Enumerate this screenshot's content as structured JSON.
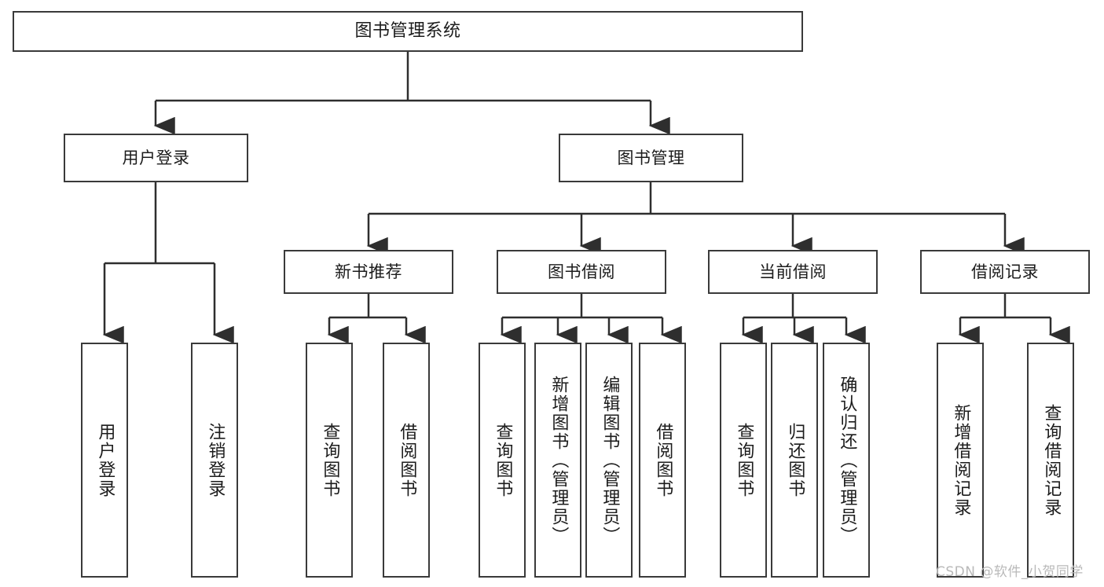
{
  "diagram": {
    "title": "图书管理系统",
    "type": "hierarchy-tree",
    "colors": {
      "box_fill": "#ffffff",
      "box_border": "#3a3a3a",
      "edge": "#2e2e2e",
      "text": "#1c1c1c",
      "watermark": "#b9b9b9",
      "background": "#ffffff"
    },
    "nodes": {
      "root": {
        "label": "图书管理系统"
      },
      "level2": [
        {
          "id": "user-login",
          "label": "用户登录"
        },
        {
          "id": "book-manage",
          "label": "图书管理"
        }
      ],
      "level3": [
        {
          "id": "new-book-recommend",
          "label": "新书推荐"
        },
        {
          "id": "book-borrow",
          "label": "图书借阅"
        },
        {
          "id": "current-borrow",
          "label": "当前借阅"
        },
        {
          "id": "borrow-record",
          "label": "借阅记录"
        }
      ],
      "leaves": {
        "user-login": [
          {
            "id": "leaf-user-login",
            "label": "用户登录"
          },
          {
            "id": "leaf-user-logout",
            "label": "注销登录"
          }
        ],
        "new-book-recommend": [
          {
            "id": "leaf-query-book-1",
            "label": "查询图书"
          },
          {
            "id": "leaf-borrow-book-1",
            "label": "借阅图书"
          }
        ],
        "book-borrow": [
          {
            "id": "leaf-query-book-2",
            "label": "查询图书"
          },
          {
            "id": "leaf-add-book",
            "label": "新增图书（管理员）"
          },
          {
            "id": "leaf-edit-book",
            "label": "编辑图书（管理员）"
          },
          {
            "id": "leaf-borrow-book-2",
            "label": "借阅图书"
          }
        ],
        "current-borrow": [
          {
            "id": "leaf-query-book-3",
            "label": "查询图书"
          },
          {
            "id": "leaf-return-book",
            "label": "归还图书"
          },
          {
            "id": "leaf-confirm-return",
            "label": "确认归还（管理员）"
          }
        ],
        "borrow-record": [
          {
            "id": "leaf-add-record",
            "label": "新增借阅记录"
          },
          {
            "id": "leaf-query-record",
            "label": "查询借阅记录"
          }
        ]
      }
    },
    "watermark": "CSDN @软件_小贺同学"
  }
}
